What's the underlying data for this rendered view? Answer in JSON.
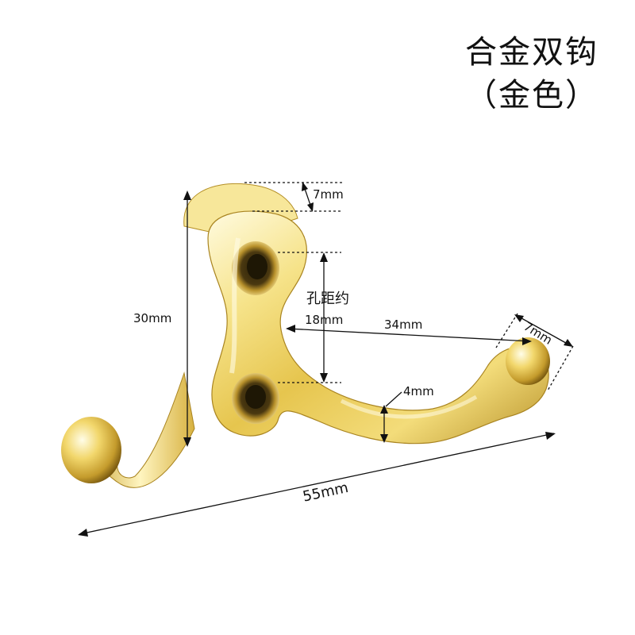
{
  "title": {
    "line1": "合金双钩",
    "line2": "（金色）"
  },
  "dimensions": {
    "height": "30mm",
    "width": "55mm",
    "top_thickness": "7mm",
    "hole_spacing_label": "孔距约",
    "hole_spacing_value": "18mm",
    "arm_length": "34mm",
    "tip_width": "7mm",
    "arm_thickness": "4mm"
  },
  "colors": {
    "gold_light": "#fff3b0",
    "gold_mid": "#e8c64a",
    "gold_dark": "#9a7415",
    "line": "#111111"
  }
}
